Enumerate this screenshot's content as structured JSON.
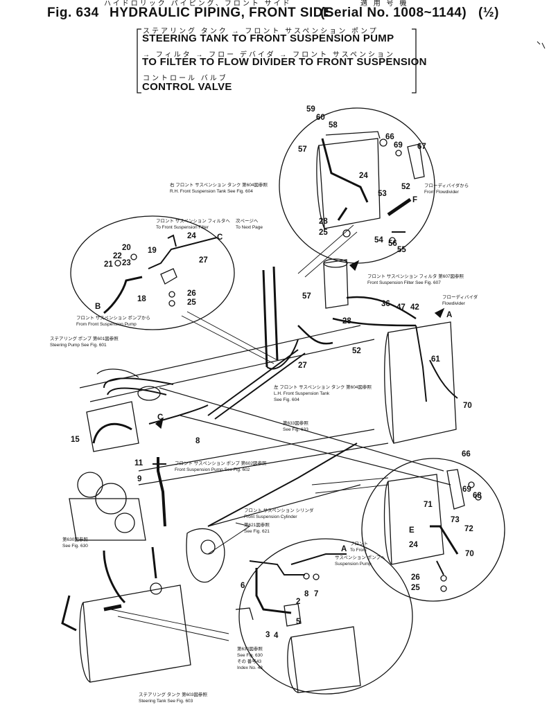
{
  "header": {
    "fig_label": "Fig. 634",
    "title": "HYDRAULIC PIPING, FRONT SIDE",
    "title_jp": "ハイドロリック パイピング、フロント サイド",
    "serial": "(Serial No. 1008~1144)",
    "serial_jp": "適 用 号 機",
    "part": "(½)"
  },
  "routing": {
    "jp1": "ステアリング タンク → フロント サスペンション ポンプ",
    "line1": "STEERING TANK TO FRONT SUSPENSION PUMP",
    "jp2": "→ フィルタ → フロー デバイダ → フロント サスペンション",
    "line2": "TO FILTER TO FLOW DIVIDER TO FRONT SUSPENSION",
    "jp3": "コントロール バルブ",
    "line3": "CONTROL VALVE"
  },
  "notes": {
    "rh_tank_jp": "右 フロント サスペンション タンク 第604図参照",
    "rh_tank": "R.H. Front Suspension Tank See Fig. 604",
    "to_filter_jp": "フロント サスペンション フィルタへ",
    "to_filter": "To Front Suspension Filter",
    "next_page_jp": "次ページへ",
    "next_page": "To Next Page",
    "from_pump_jp": "フロント サスペンション ポンプから",
    "from_pump": "From Front Suspension Pump",
    "filter_jp": "フロント サスペンション フィルタ 第607図参照",
    "filter": "Front Suspension Filter See Fig. 607",
    "flowdivider_jp": "フローディバイダ",
    "flowdivider": "Flowdivider",
    "from_flowdivider_jp": "フローディバイダから",
    "from_flowdivider": "From Flowdivider",
    "steering_pump_jp": "ステアリング ポンプ 第601図参照",
    "steering_pump": "Steering Pump See Fig. 601",
    "lh_tank_jp": "左 フロント サスペンション タンク 第604図参照",
    "lh_tank_1": "L.H. Front Suspension Tank",
    "lh_tank_2": "See Fig. 604",
    "fig633_jp": "第633図参照",
    "fig633": "See Fig. 633",
    "susp_pump_jp": "フロント サスペンション ポンプ 第602図参照",
    "susp_pump": "Front Suspension Pump See Fig. 602",
    "cylinder_jp": "フロント サスペンション シリンダ",
    "cylinder": "Front Suspension Cylinder",
    "fig621_jp": "第621図参照",
    "fig621": "See Fig. 621",
    "fig630_jp": "第630図参照",
    "fig630": "See Fig. 630",
    "to_front_jp": "フロント",
    "to_front": "To Front",
    "susp_pump2_jp": "サスペンション ポンプへ",
    "susp_pump2": "Suspension Pump",
    "fig630b_jp": "第630図参照",
    "fig630b": "See Fig. 630",
    "index43_jp": "その 番号43",
    "index43": "Index No. 43",
    "steering_tank_jp": "ステアリング タンク 第603図参照",
    "steering_tank": "Steering Tank See Fig. 603"
  },
  "callouts": {
    "c59": "59",
    "c60": "60",
    "c58": "58",
    "c57a": "57",
    "c66a": "66",
    "c69a": "69",
    "c67": "67",
    "c24a": "24",
    "c53": "53",
    "c52a": "52",
    "c28a": "28",
    "c25a": "25",
    "c54": "54",
    "c56": "56",
    "c55": "55",
    "cF": "F",
    "c20": "20",
    "c21": "21",
    "c22": "22",
    "c23": "23",
    "c19": "19",
    "c24b": "24",
    "cC1": "C",
    "c27a": "27",
    "c18a": "18",
    "cB": "B",
    "c26a": "26",
    "c25b": "25",
    "c57b": "57",
    "c36": "36",
    "c47": "47",
    "c42": "42",
    "cA1": "A",
    "c28b": "28",
    "c52b": "52",
    "c27b": "27",
    "c61": "61",
    "c70a": "70",
    "c15": "15",
    "cC2": "C",
    "c8a": "8",
    "c11": "11",
    "c9": "9",
    "c66b": "66",
    "c69b": "69",
    "c68": "68",
    "c71": "71",
    "c73": "73",
    "cE": "E",
    "c72": "72",
    "c24c": "24",
    "c70b": "70",
    "c26b": "26",
    "c25c": "25",
    "cA2": "A",
    "c6": "6",
    "c8b": "8",
    "c7": "7",
    "c2": "2",
    "c3": "3",
    "c4": "4",
    "c5": "5"
  }
}
